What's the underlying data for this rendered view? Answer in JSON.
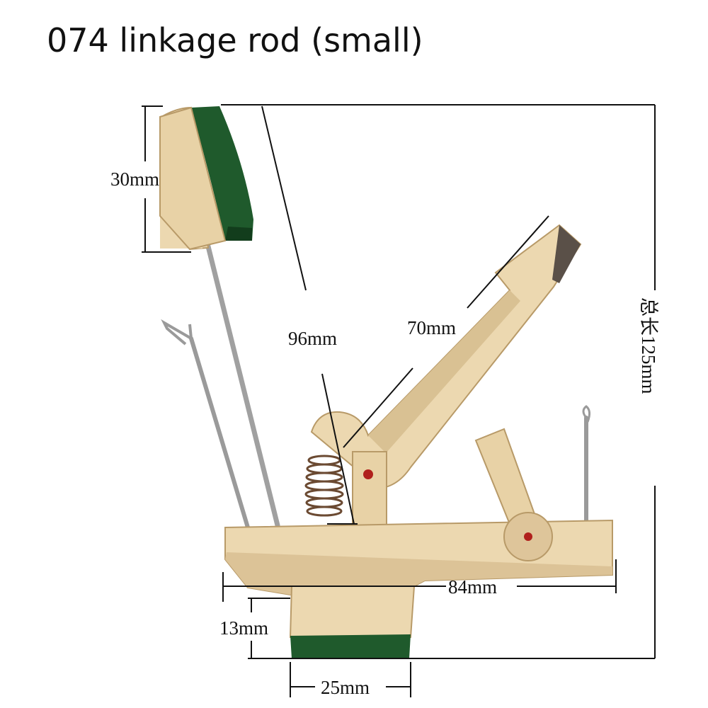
{
  "title": "074 linkage rod (small)",
  "dimensions": {
    "felt_height": "30mm",
    "linkage_length": "96mm",
    "arm_length": "70mm",
    "total_length": "总长125mm",
    "base_length": "84mm",
    "foot_height": "13mm",
    "foot_width": "25mm"
  },
  "colors": {
    "wood": "#ecd8b0",
    "wood_shade": "#d3b98a",
    "wood_edge": "#b89a68",
    "felt": "#1f5a2c",
    "felt_dark": "#123d1c",
    "wire": "#9a9a9a",
    "pin": "#b0201c",
    "line": "#111111"
  }
}
